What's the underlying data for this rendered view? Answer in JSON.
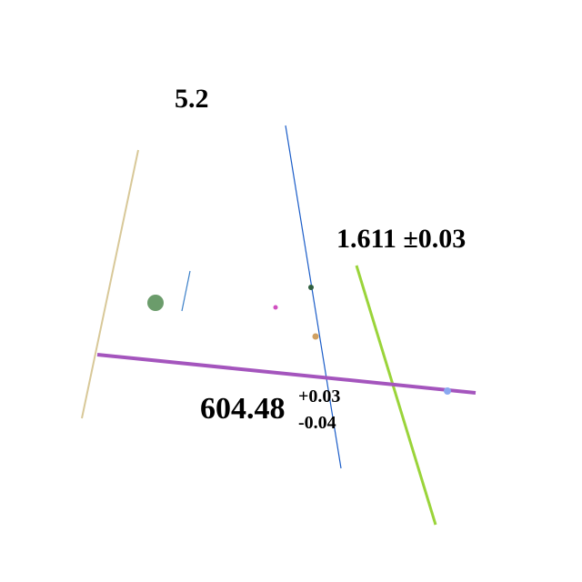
{
  "labels": {
    "top": "5.2",
    "right": "1.611 ±0.03",
    "center_value": "604.48",
    "center_plus": "+0.03",
    "center_minus": "-0.04"
  },
  "colors": {
    "tan_line": "#d8c898",
    "blue_line": "#1a5cc8",
    "blue_short_line": "#3a7fc8",
    "green_line": "#9ad43a",
    "purple_line": "#a455bd",
    "big_green_dot": "#6b9c6b",
    "dark_green_dot": "#2f5f3f",
    "magenta_dot": "#d050c0",
    "orange_dot": "#d0a060",
    "periwinkle_dot": "#8aa8f0"
  }
}
